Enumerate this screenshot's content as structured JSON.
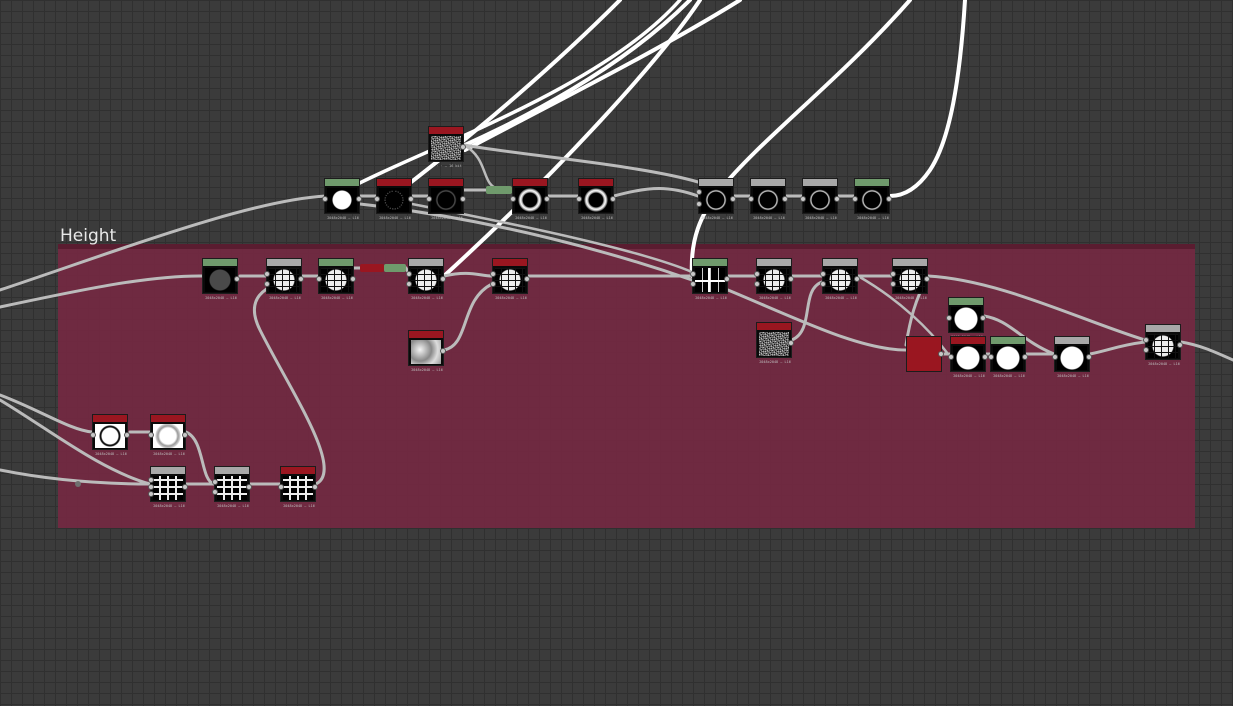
{
  "frame": {
    "title": "Height",
    "color": "#762842"
  },
  "header_colors": {
    "red": "#9a1620",
    "grey": "#a8a8a8",
    "green": "#6f9a6c"
  },
  "nodes": [
    {
      "id": "n-top-noise",
      "header": "red",
      "thumb": "noise",
      "caption": "· · · — 16 bit"
    },
    {
      "id": "n-white-disc-1",
      "header": "green",
      "thumb": "white-disc",
      "caption": "2048x2048 — L16"
    },
    {
      "id": "n-dotted-ring",
      "header": "red",
      "thumb": "dotted-ring",
      "caption": "2048x2048 — L16"
    },
    {
      "id": "n-black-circle",
      "header": "red",
      "thumb": "ring-dim",
      "caption": "2048x2048 — L16"
    },
    {
      "id": "n-ring-fuzzy",
      "header": "red",
      "thumb": "ring-fuzzy",
      "caption": "2048x2048 — L16"
    },
    {
      "id": "n-ring-red",
      "header": "red",
      "thumb": "ring-fuzzy",
      "caption": "2048x2048 — L16"
    },
    {
      "id": "n-ring-a",
      "header": "grey",
      "thumb": "ring",
      "caption": "2048x2048 — L16"
    },
    {
      "id": "n-ring-b",
      "header": "grey",
      "thumb": "ring",
      "caption": "2048x2048 — L16"
    },
    {
      "id": "n-ring-c",
      "header": "grey",
      "thumb": "ring",
      "caption": "2048x2048 — L16"
    },
    {
      "id": "n-ring-d",
      "header": "green",
      "thumb": "ring",
      "caption": "2048x2048 — L16"
    },
    {
      "id": "n-dark-disc",
      "header": "green",
      "thumb": "dark-disc",
      "caption": "2048x2048 — L16"
    },
    {
      "id": "n-grid-1",
      "header": "grey",
      "thumb": "grid-circle",
      "caption": "2048x2048 — L16"
    },
    {
      "id": "n-grid-2",
      "header": "green",
      "thumb": "grid-circle",
      "caption": "2048x2048 — L16"
    },
    {
      "id": "n-grid-3",
      "header": "grey",
      "thumb": "grid-circle",
      "caption": "2048x2048 — L16"
    },
    {
      "id": "n-grid-4",
      "header": "red",
      "thumb": "grid-circle",
      "caption": "2048x2048 — L16"
    },
    {
      "id": "n-noise-soft",
      "header": "red",
      "thumb": "noise-soft",
      "caption": "2048x2048 — L16"
    },
    {
      "id": "n-cross",
      "header": "green",
      "thumb": "cross",
      "caption": "2048x2048 — L16"
    },
    {
      "id": "n-grid-5",
      "header": "grey",
      "thumb": "grid-circle",
      "caption": "2048x2048 — L16"
    },
    {
      "id": "n-grid-6",
      "header": "grey",
      "thumb": "grid-circle",
      "caption": "2048x2048 — L16"
    },
    {
      "id": "n-grid-7",
      "header": "grey",
      "thumb": "grid-circle",
      "caption": "2048x2048 — L16"
    },
    {
      "id": "n-noise-2",
      "header": "red",
      "thumb": "noise",
      "caption": "2048x2048 — L16"
    },
    {
      "id": "n-white-disc-2",
      "header": "green",
      "thumb": "white-disc-lg",
      "caption": "2048x2048 — L16"
    },
    {
      "id": "n-solid-red",
      "header": "red",
      "thumb": "solid-red",
      "caption": ""
    },
    {
      "id": "n-white-disc-3",
      "header": "red",
      "thumb": "white-disc-lg",
      "caption": "2048x2048 — L16"
    },
    {
      "id": "n-white-disc-4",
      "header": "green",
      "thumb": "white-disc-lg",
      "caption": "2048x2048 — L16"
    },
    {
      "id": "n-white-disc-5",
      "header": "grey",
      "thumb": "white-disc-lg",
      "caption": "2048x2048 — L16"
    },
    {
      "id": "n-grid-out",
      "header": "grey",
      "thumb": "grid-circle",
      "caption": "2048x2048 — L16"
    },
    {
      "id": "n-white-ring-a",
      "header": "red",
      "thumb": "white-ring-white",
      "caption": "2048x2048 — L16"
    },
    {
      "id": "n-white-ring-b",
      "header": "red",
      "thumb": "grey-ring-white",
      "caption": "2048x2048 — L16"
    },
    {
      "id": "n-tile-a",
      "header": "grey",
      "thumb": "grid",
      "caption": "2048x2048 — L16"
    },
    {
      "id": "n-tile-b",
      "header": "grey",
      "thumb": "grid",
      "caption": "2048x2048 — L16"
    },
    {
      "id": "n-tile-c",
      "header": "red",
      "thumb": "grid",
      "caption": "2048x2048 — L16"
    }
  ]
}
